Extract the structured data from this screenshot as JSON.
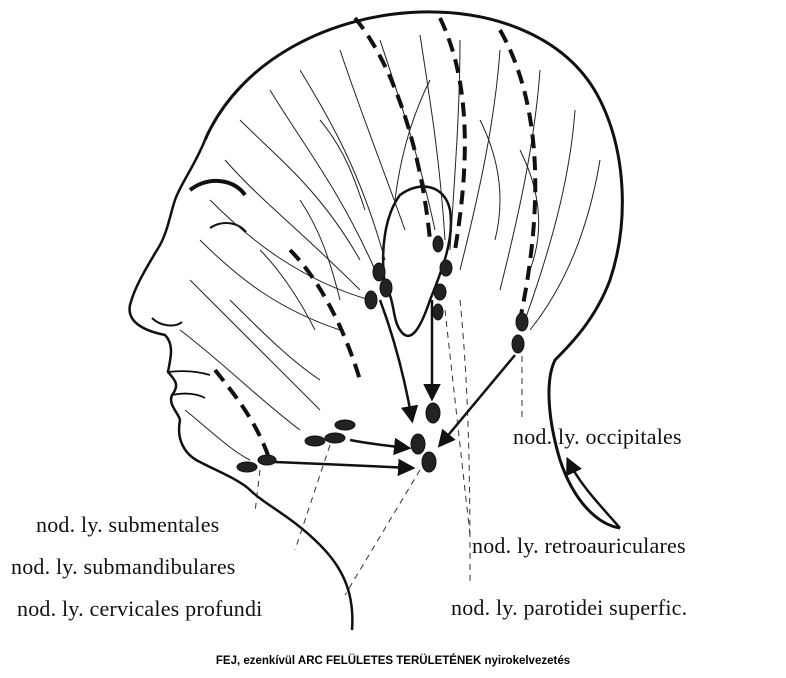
{
  "labels": {
    "occipitales": "nod. ly. occipitales",
    "retroauriculares": "nod. ly. retroauriculares",
    "parotidei": "nod. ly. parotidei superfic.",
    "submentales": "nod. ly. submentales",
    "submandibulares": "nod. ly. submandibulares",
    "cervicales": "nod. ly. cervicales profundi"
  },
  "caption": "FEJ, ezenkívül ARC FELÜLETES TERÜLETÉNEK nyirokelvezetés",
  "colors": {
    "ink": "#111111",
    "background": "#ffffff"
  }
}
